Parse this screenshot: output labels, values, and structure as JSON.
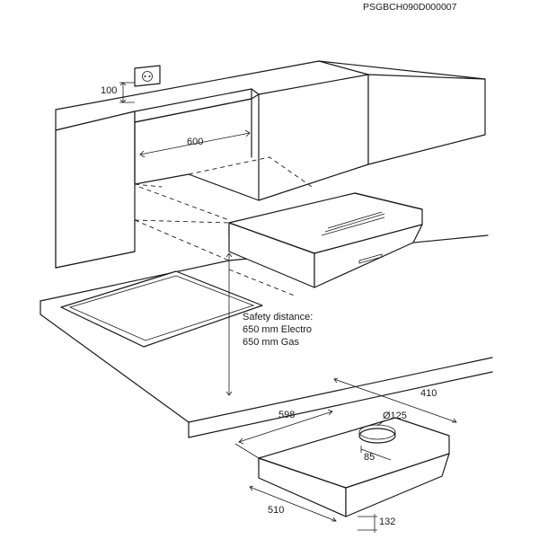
{
  "document_code": "PSGBCH090D000007",
  "dimensions": {
    "socket_height": "100",
    "cabinet_width": "600",
    "hood_width": "598",
    "hood_depth": "410",
    "outlet_diameter": "Ø125",
    "outlet_offset": "85",
    "front_width": "510",
    "hood_height": "132"
  },
  "safety": {
    "heading": "Safety distance:",
    "electro": "650 mm Electro",
    "gas": "650 mm Gas"
  }
}
